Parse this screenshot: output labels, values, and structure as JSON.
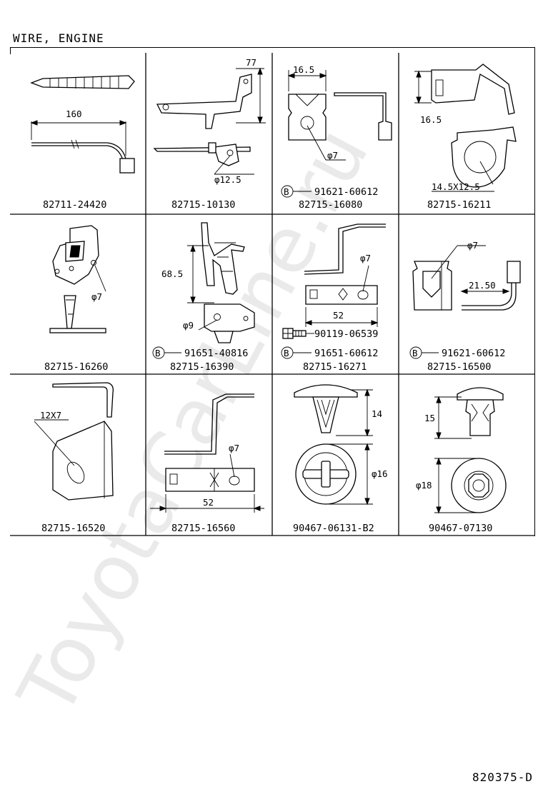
{
  "title": "WIRE, ENGINE",
  "diagram_code": "820375-D",
  "watermark": "ToyotaCarLine.ru",
  "cells": [
    {
      "part": "82711-24420",
      "dims": [
        "160"
      ]
    },
    {
      "part": "82715-10130",
      "dims": [
        "77",
        "φ12.5"
      ]
    },
    {
      "part": "82715-16080",
      "ref": "91621-60612",
      "dims": [
        "16.5",
        "φ7"
      ]
    },
    {
      "part": "82715-16211",
      "dims": [
        "16.5",
        "14.5X12.5"
      ]
    },
    {
      "part": "82715-16260",
      "dims": [
        "φ7"
      ]
    },
    {
      "part": "82715-16390",
      "ref": "91651-40816",
      "dims": [
        "68.5",
        "φ9"
      ]
    },
    {
      "part": "82715-16271",
      "ref": "91651-60612",
      "bolt": "90119-06539",
      "dims": [
        "φ7",
        "52"
      ]
    },
    {
      "part": "82715-16500",
      "ref": "91621-60612",
      "dims": [
        "φ7",
        "21.50"
      ]
    },
    {
      "part": "82715-16520",
      "dims": [
        "12X7"
      ]
    },
    {
      "part": "82715-16560",
      "dims": [
        "φ7",
        "52"
      ]
    },
    {
      "part": "90467-06131-B2",
      "dims": [
        "14",
        "φ16"
      ]
    },
    {
      "part": "90467-07130",
      "dims": [
        "15",
        "φ18"
      ]
    }
  ]
}
